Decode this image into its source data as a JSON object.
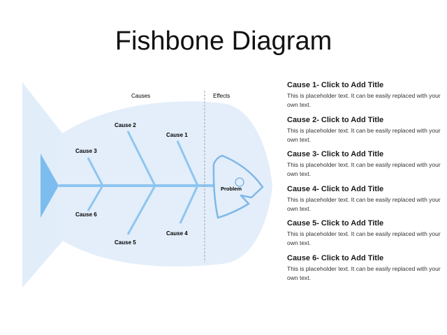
{
  "title": "Fishbone Diagram",
  "diagram": {
    "header_causes": "Causes",
    "header_effects": "Effects",
    "problem_label": "Problem",
    "cause_labels": [
      "Cause 1",
      "Cause 2",
      "Cause 3",
      "Cause 4",
      "Cause 5",
      "Cause 6"
    ]
  },
  "causes": [
    {
      "title": "Cause 1- Click to Add Title",
      "desc": "This is placeholder  text. It can be easily replaced with your own text."
    },
    {
      "title": "Cause 2- Click to Add Title",
      "desc": "This is placeholder  text. It can be easily replaced with your own text."
    },
    {
      "title": "Cause 3- Click to Add Title",
      "desc": "This is placeholder  text. It can be easily replaced with your own text."
    },
    {
      "title": "Cause 4- Click to Add Title",
      "desc": "This is placeholder  text. It can be easily replaced with your own text."
    },
    {
      "title": "Cause 5- Click to Add Title",
      "desc": "This is placeholder  text. It can be easily replaced with your own text."
    },
    {
      "title": "Cause 6- Click to Add Title",
      "desc": "This is placeholder  text. It can be easily replaced with your own text."
    }
  ],
  "colors": {
    "fish_fill": "#e3eefa",
    "tail_fill": "#ddeafa",
    "bone": "#8ec5f0",
    "spine": "#7dbcef",
    "head_stroke": "#7fb8e8",
    "divider": "#9aa6b2"
  }
}
